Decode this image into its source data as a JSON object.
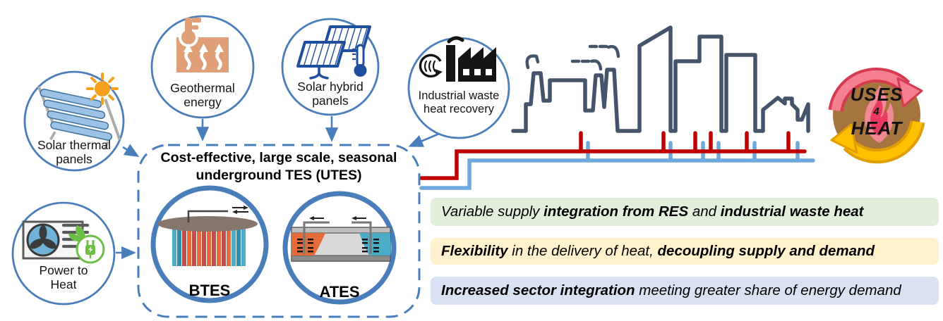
{
  "colors": {
    "accent_blue": "#4A7EBB",
    "skyline": "#44546A",
    "pipe_red": "#C00000",
    "pipe_blue": "#6FA8DC",
    "banner_green": "#E2EFDA",
    "banner_yellow": "#FFF2CC",
    "banner_blue": "#D9E2F3",
    "geothermal_tan": "#DFA078",
    "panel_navy": "#1F4E9E",
    "sun_orange": "#F5A11F",
    "teal": "#4BACC6",
    "orange": "#E36C3A",
    "dark_red": "#C0504D",
    "icon_green": "#6CBE45",
    "logo_brown": "#A5753F",
    "logo_pink": "#F4808F",
    "logo_red": "#D63A4E",
    "logo_yellow": "#FFC000",
    "logo_yellow_dark": "#E09E00"
  },
  "sources": {
    "solar_thermal": {
      "label": "Solar thermal\npanels"
    },
    "geothermal": {
      "label": "Geothermal\nenergy"
    },
    "solar_hybrid": {
      "label": "Solar hybrid\npanels"
    },
    "industrial_waste": {
      "label": "Industrial waste\nheat recovery"
    },
    "power_to_heat": {
      "label": "Power to\nHeat"
    }
  },
  "utes_box": {
    "title": "Cost-effective, large scale, seasonal\nunderground TES (UTES)",
    "btes_label": "BTES",
    "ates_label": "ATES"
  },
  "logo": {
    "line1": "USES",
    "line2": "4",
    "line3": "HEAT"
  },
  "banners": [
    {
      "name": "res-integration",
      "segments": [
        {
          "t": "Variable supply ",
          "b": false
        },
        {
          "t": "integration from RES",
          "b": true
        },
        {
          "t": " and ",
          "b": false
        },
        {
          "t": "industrial waste heat",
          "b": true
        }
      ]
    },
    {
      "name": "flexibility",
      "segments": [
        {
          "t": "Flexibility",
          "b": true
        },
        {
          "t": " in the delivery of heat, ",
          "b": false
        },
        {
          "t": "decoupling supply and demand",
          "b": true
        }
      ]
    },
    {
      "name": "sector-integration",
      "segments": [
        {
          "t": "Increased sector integration",
          "b": true
        },
        {
          "t": " meeting greater share of energy demand",
          "b": false
        }
      ]
    }
  ],
  "icons": {
    "sun-icon": "☀",
    "solar-collector-icon": "▤",
    "geothermal-ground-icon": "↟",
    "thermometer-icon": "🌡",
    "pv-panels-icon": "▦",
    "factory-icon": "🏭",
    "heat-recovery-arrow-icon": "⟳",
    "heat-pump-fan-icon": "✣",
    "green-plug-icon": "🔌",
    "leaf-icon": "❧",
    "btes-cylinder-icon": "▥",
    "ates-cross-section-icon": "▭",
    "city-skyline-icon": "🏙",
    "district-heating-pipes-icon": "═",
    "flame-icon": "🔥",
    "circular-arrows-icon": "⟳"
  }
}
